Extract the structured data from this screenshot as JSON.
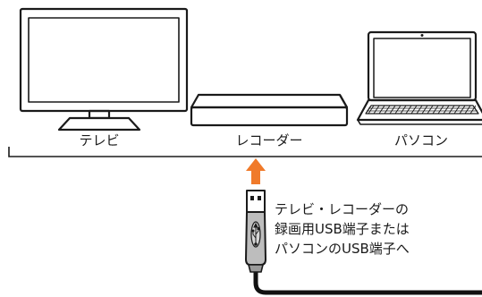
{
  "devices": {
    "tv": {
      "label": "テレビ"
    },
    "recorder": {
      "label": "レコーダー"
    },
    "pc": {
      "label": "パソコン"
    }
  },
  "caption": {
    "lines": [
      "テレビ・レコーダーの",
      "録画用USB端子または",
      "パソコンのUSB端子へ"
    ]
  },
  "colors": {
    "arrow": "#f07a2a",
    "stroke": "#1a1a1a",
    "cable": "#111111"
  }
}
